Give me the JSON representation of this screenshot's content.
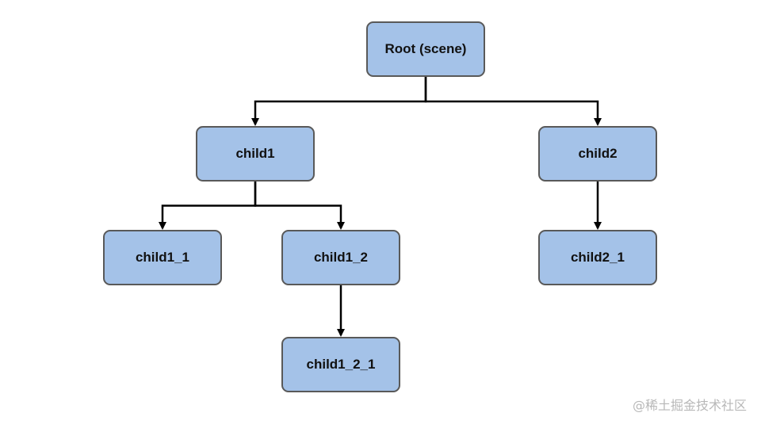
{
  "nodes": {
    "root": "Root (scene)",
    "child1": "child1",
    "child2": "child2",
    "child1_1": "child1_1",
    "child1_2": "child1_2",
    "child1_2_1": "child1_2_1",
    "child2_1": "child2_1"
  },
  "edges": [
    [
      "root",
      "child1"
    ],
    [
      "root",
      "child2"
    ],
    [
      "child1",
      "child1_1"
    ],
    [
      "child1",
      "child1_2"
    ],
    [
      "child1_2",
      "child1_2_1"
    ],
    [
      "child2",
      "child2_1"
    ]
  ],
  "colors": {
    "node_fill": "#a4c2e8",
    "node_border": "#595959",
    "connector": "#000000",
    "watermark": "#b8b8b8"
  },
  "watermark": "@稀土掘金技术社区"
}
